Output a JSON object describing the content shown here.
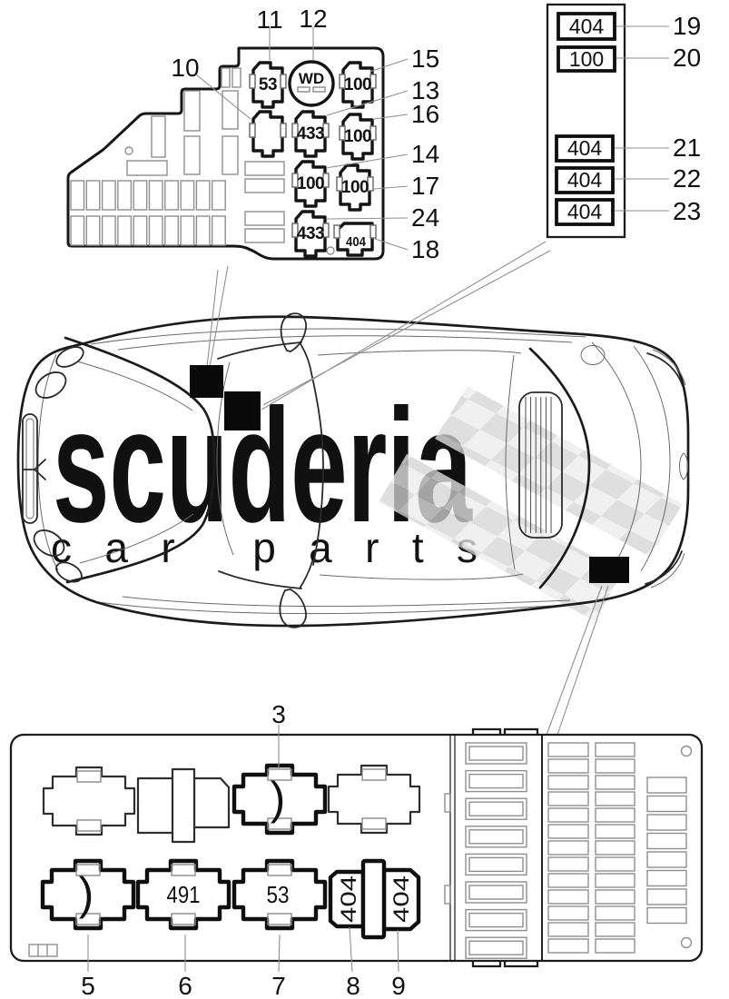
{
  "watermark": {
    "brand": "scuderia",
    "subtitle": "car parts",
    "brand_color": "#f9d5d0",
    "subtitle_color": "#e4e4e4",
    "flag_color": "#d4d4d4"
  },
  "top_box": {
    "relays": {
      "r11": "53",
      "r12_wd": "WD",
      "r15": "100",
      "r10": "",
      "r13": "433",
      "r16": "100",
      "r14": "100",
      "r17": "100",
      "r24": "433",
      "r18": "404"
    },
    "callouts": {
      "n10": "10",
      "n11": "11",
      "n12": "12",
      "n13": "13",
      "n14": "14",
      "n15": "15",
      "n16": "16",
      "n17": "17",
      "n18": "18",
      "n24": "24"
    }
  },
  "side_panel": {
    "boxes": {
      "b19": "404",
      "b20": "100",
      "b21": "404",
      "b22": "404",
      "b23": "404"
    },
    "callouts": {
      "n19": "19",
      "n20": "20",
      "n21": "21",
      "n22": "22",
      "n23": "23"
    }
  },
  "bottom_box": {
    "relays": {
      "r3": ")",
      "r5": ")",
      "r6": "491",
      "r7": "53",
      "r8": "404",
      "r9": "404"
    },
    "callouts": {
      "n3": "3",
      "n5": "5",
      "n6": "6",
      "n7": "7",
      "n8": "8",
      "n9": "9"
    }
  }
}
